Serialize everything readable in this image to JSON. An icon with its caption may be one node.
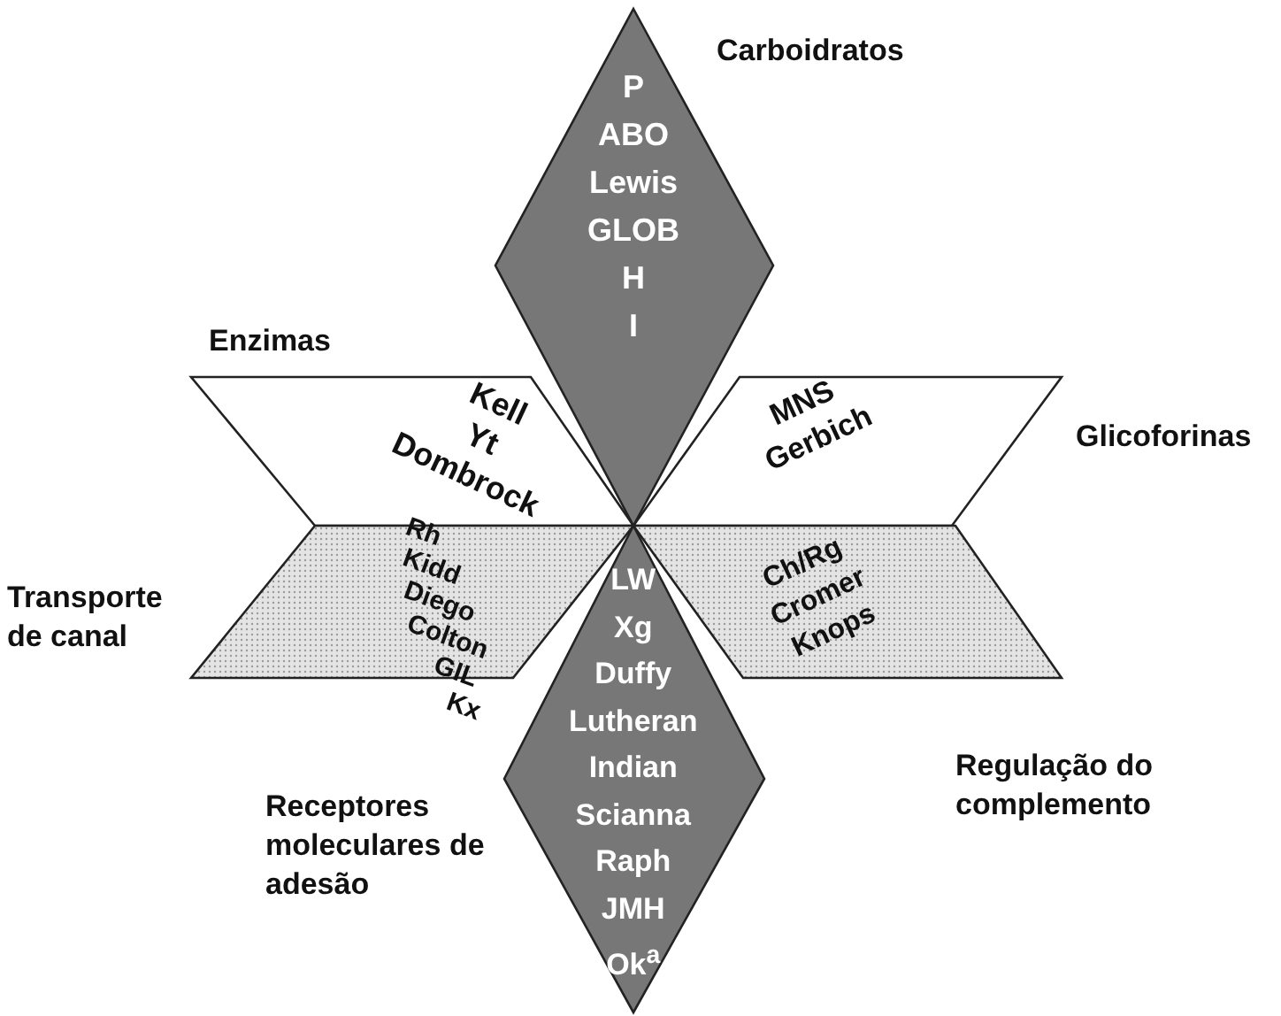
{
  "diagram": {
    "nodes": [
      {
        "text": [
          "Carboidratos",
          "P",
          "ABO",
          "Lewis",
          "GLOB",
          "H",
          "I"
        ]
      },
      {
        "text": [
          "Enzimas",
          "Kell",
          "Yt",
          "Dombrock"
        ]
      },
      {
        "text": [
          "Glicoforinas",
          "MNS",
          "Gerbich"
        ]
      },
      {
        "text": [
          "Transporte de canal",
          "Rh",
          "Kidd",
          "Diego",
          "Colton",
          "GIL",
          "Kx"
        ]
      },
      {
        "text": [
          "Regulação do complemento",
          "Ch/Rg",
          "Cromer",
          "Knops"
        ]
      },
      {
        "text": [
          "Receptores moleculares de adesão",
          "LW",
          "Xg",
          "Duffy",
          "Lutheran",
          "Indian",
          "Scianna",
          "Raph",
          "JMH",
          "Ok$^{a}$"
        ]
      }
    ],
    "edges": []
  }
}
